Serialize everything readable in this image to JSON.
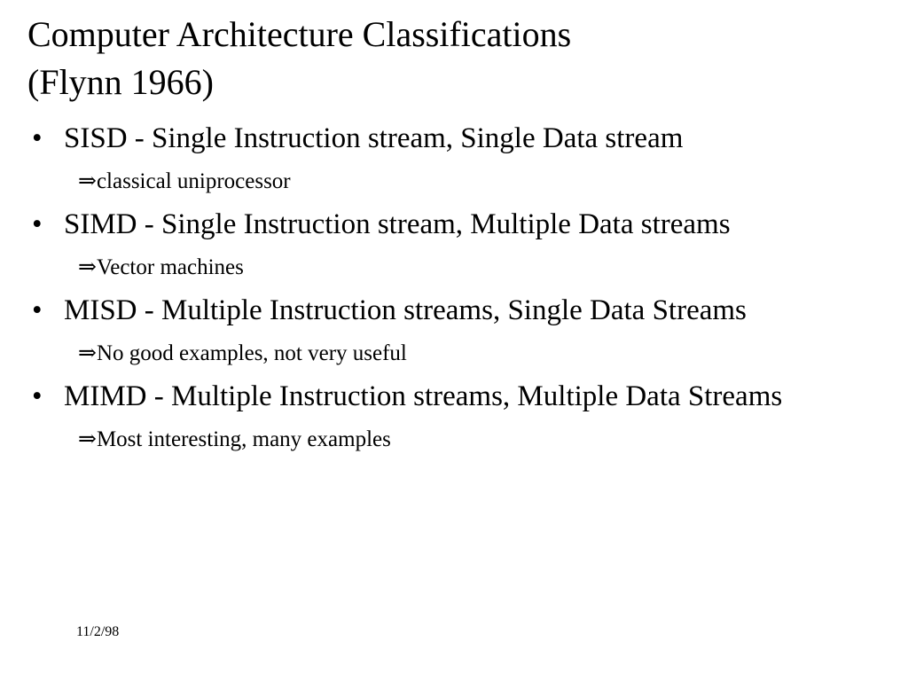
{
  "slide": {
    "title_lines": [
      "Computer Architecture Classifications",
      "(Flynn 1966)"
    ],
    "bullet_marker": "•",
    "arrow_marker": "⇒",
    "bullets": [
      {
        "text": "SISD - Single Instruction stream, Single Data stream",
        "sub": "classical uniprocessor"
      },
      {
        "text": "SIMD - Single Instruction stream, Multiple Data streams",
        "sub": "Vector machines"
      },
      {
        "text": "MISD - Multiple Instruction streams, Single Data Streams",
        "sub": "No good examples, not very useful"
      },
      {
        "text": "MIMD - Multiple Instruction streams, Multiple Data Streams",
        "sub": "Most interesting, many examples"
      }
    ],
    "footer_date": "11/2/98",
    "colors": {
      "background": "#ffffff",
      "text": "#000000"
    }
  }
}
